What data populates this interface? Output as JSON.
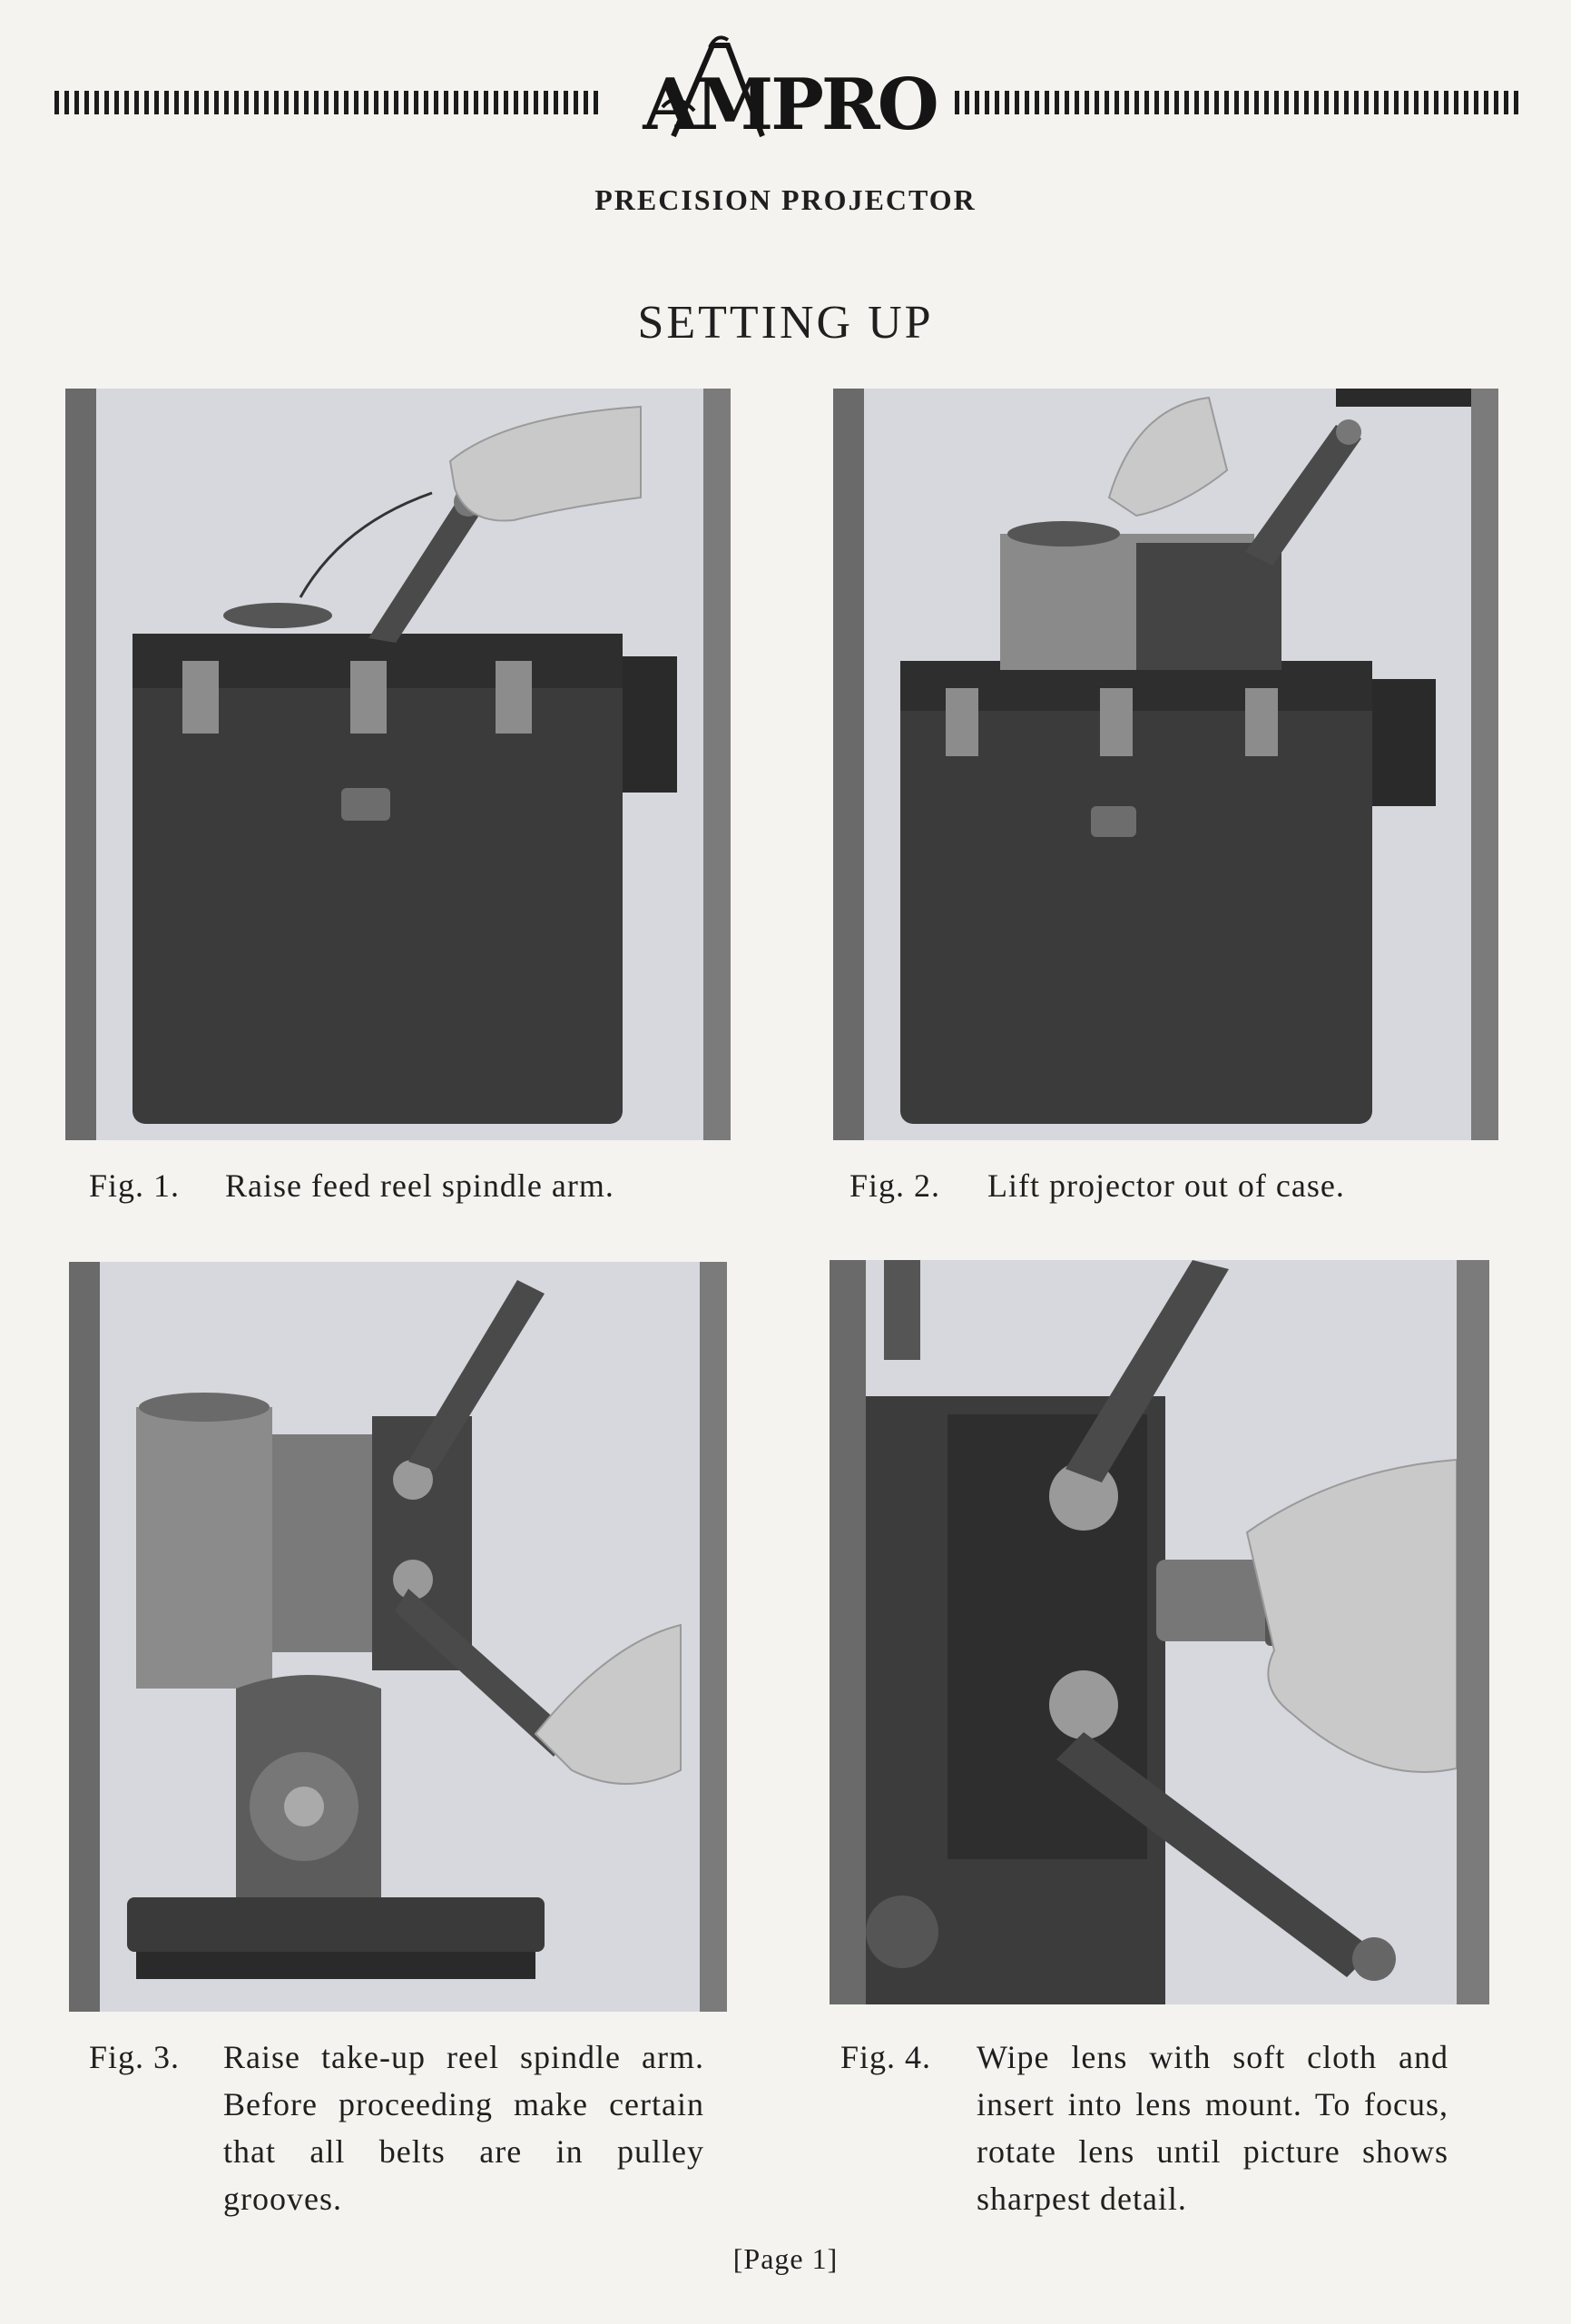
{
  "header": {
    "brand": "AMPRO",
    "subtitle": "PRECISION PROJECTOR"
  },
  "section_title": "SETTING UP",
  "figures": [
    {
      "number": "Fig. 1.",
      "caption": "Raise feed reel spindle arm."
    },
    {
      "number": "Fig. 2.",
      "caption": "Lift projector out of case."
    },
    {
      "number": "Fig. 3.",
      "caption": "Raise take-up reel spindle arm. Before proceeding make certain that all belts are in pulley grooves."
    },
    {
      "number": "Fig. 4.",
      "caption": "Wipe lens with soft cloth and insert into lens mount. To focus, rotate lens until picture shows sharpest detail."
    }
  ],
  "footer": {
    "page_label": "[Page 1]"
  },
  "colors": {
    "paper": "#f4f3ef",
    "ink": "#1f1f1f",
    "photo_bg": "#d4d6db",
    "case": "#3a3a3a"
  }
}
